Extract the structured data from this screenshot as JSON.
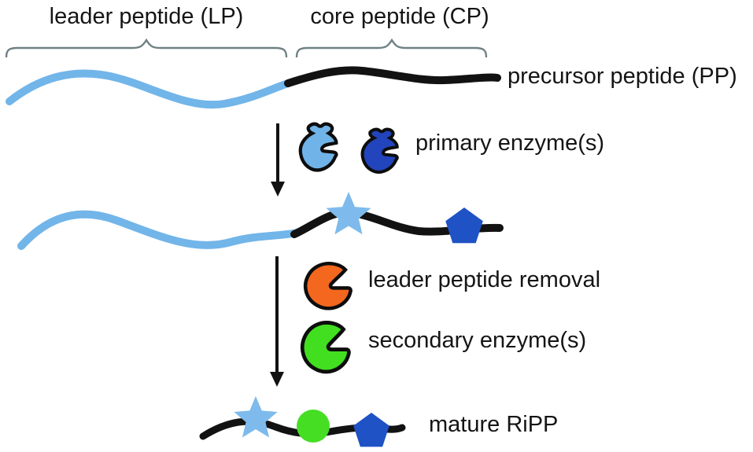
{
  "figure": {
    "title": "RiPP biosynthesis scheme",
    "background": "#ffffff"
  },
  "labels": {
    "leader_peptide": "leader peptide (LP)",
    "core_peptide": "core peptide (CP)",
    "precursor_peptide": "precursor peptide (PP)",
    "primary_enzymes": "primary enzyme(s)",
    "leader_peptide_removal": "leader peptide removal",
    "secondary_enzymes": "secondary enzyme(s)",
    "mature_ripp": "mature RiPP"
  },
  "colors": {
    "leader_blue": "#72B5E9",
    "core_black": "#121212",
    "star_blue": "#7EBBEC",
    "pentagon_blue": "#1F52C4",
    "enzyme_light_blue": "#6FB3E8",
    "enzyme_dark_blue": "#2244BC",
    "enzyme_orange": "#F4671E",
    "enzyme_green": "#41DF20",
    "circle_green": "#45DE23",
    "brace_gray": "#6F8184",
    "arrow_black": "#121212",
    "outline_black": "#0d0d0d",
    "text_black": "#151515"
  },
  "glyphs": {
    "leader-brace-icon": "curly-brace-horizontal",
    "core-brace-icon": "curly-brace-horizontal",
    "down-arrow-icon": "arrow-down",
    "primary-enzyme-light-icon": "pacman-blob",
    "primary-enzyme-dark-icon": "pacman-blob",
    "leader-removal-enzyme-icon": "pacman-circle",
    "secondary-enzyme-icon": "pacman-circle",
    "ptm-star-icon": "five-point-star",
    "ptm-pentagon-icon": "pentagon",
    "ptm-circle-icon": "circle"
  }
}
